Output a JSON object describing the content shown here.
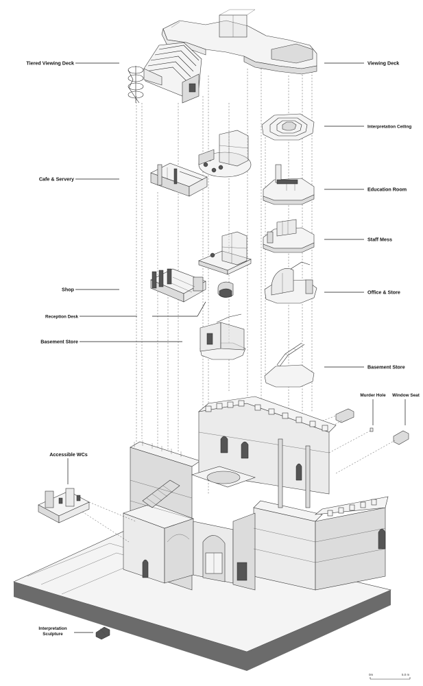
{
  "labels_left": [
    {
      "id": "tiered-viewing-deck",
      "text": "Tiered Viewing Deck"
    },
    {
      "id": "cafe-servery",
      "text": "Cafe & Servery"
    },
    {
      "id": "shop",
      "text": "Shop"
    },
    {
      "id": "reception-desk",
      "text": "Reception Desk"
    },
    {
      "id": "basement-store-left",
      "text": "Basement Store"
    },
    {
      "id": "accessible-wcs",
      "text": "Accessible WCs"
    },
    {
      "id": "interpretation-sculpture-1",
      "text": "Interpretation"
    },
    {
      "id": "interpretation-sculpture-2",
      "text": "Sculpture"
    }
  ],
  "labels_right": [
    {
      "id": "viewing-deck",
      "text": "Viewing Deck"
    },
    {
      "id": "interpretation-ceiling",
      "text": "Interpretation Ceiling"
    },
    {
      "id": "education-room",
      "text": "Education Room"
    },
    {
      "id": "staff-mess",
      "text": "Staff Mess"
    },
    {
      "id": "office-store",
      "text": "Office & Store"
    },
    {
      "id": "basement-store-right",
      "text": "Basement Store"
    },
    {
      "id": "murder-hole",
      "text": "Murder Hole"
    },
    {
      "id": "window-seat",
      "text": "Window Seat"
    }
  ],
  "scale_bar": {
    "start": "0m",
    "end": "5.0 m"
  }
}
